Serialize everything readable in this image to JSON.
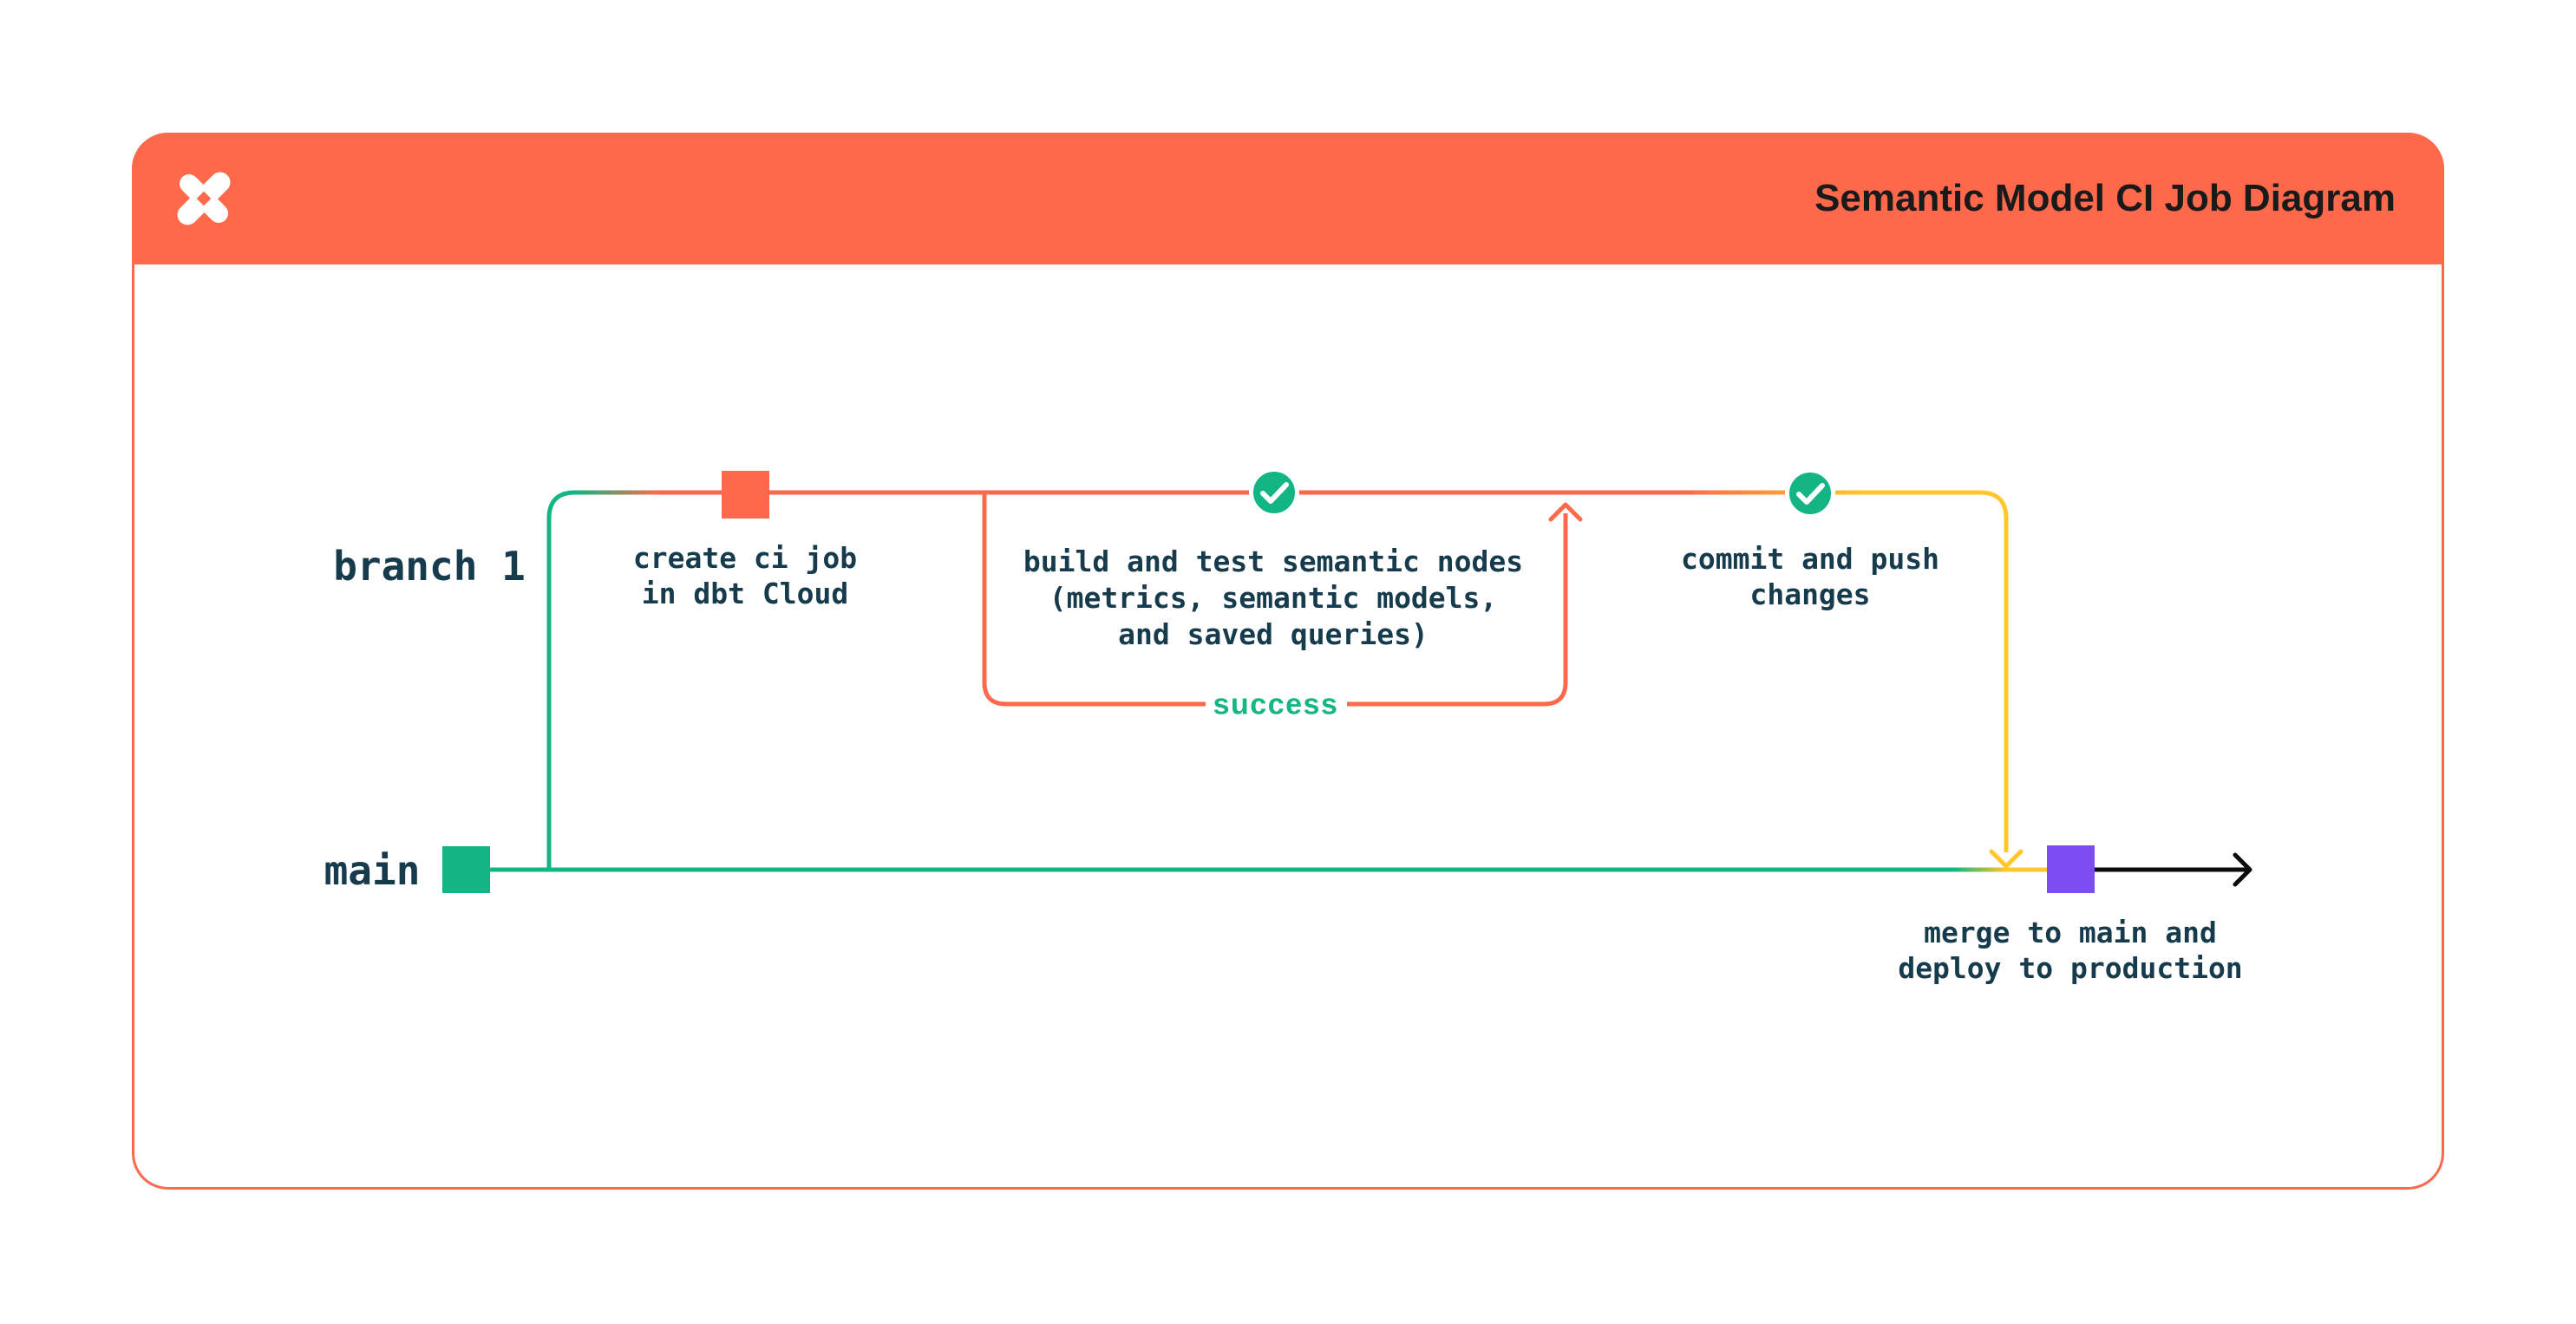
{
  "header": {
    "title": "Semantic Model CI Job Diagram",
    "logo": "dbt-logo"
  },
  "colors": {
    "orange": "#FF694B",
    "green": "#12B583",
    "yellow": "#FFC72C",
    "purple": "#7C4DF3",
    "ink": "#163B4D",
    "title_ink": "#1A1A1A",
    "arrow_black": "#0B0B0B"
  },
  "branches": {
    "branch1": {
      "label": "branch 1"
    },
    "main": {
      "label": "main"
    }
  },
  "nodes": [
    {
      "id": "create-ci-job",
      "marker": "commit-square-orange",
      "lines": [
        "create ci job",
        "in dbt Cloud"
      ]
    },
    {
      "id": "build-and-test",
      "marker": "check-circle-green",
      "lines": [
        "build and test semantic nodes",
        "(metrics, semantic models,",
        "and saved queries)"
      ]
    },
    {
      "id": "commit-and-push",
      "marker": "check-circle-green",
      "lines": [
        "commit and push",
        "changes"
      ]
    },
    {
      "id": "merge-and-deploy",
      "marker": "commit-square-purple",
      "lines": [
        "merge to main and",
        "deploy to production"
      ]
    }
  ],
  "loop": {
    "label": "success"
  }
}
